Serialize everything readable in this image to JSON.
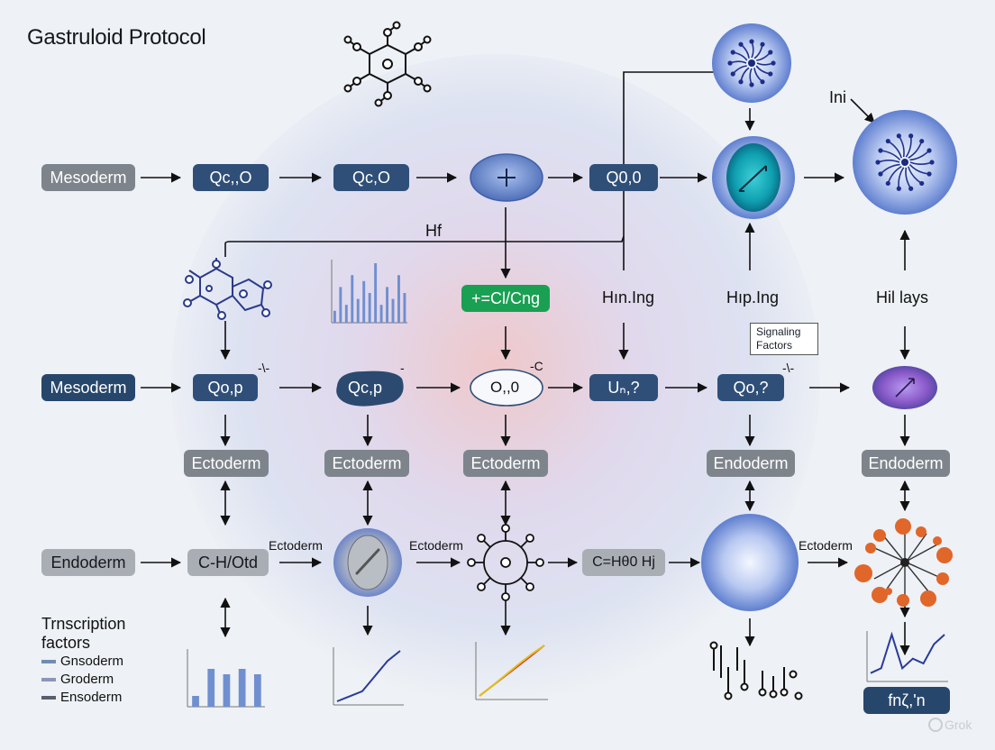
{
  "title": "Gastruloid Protocol",
  "row1": {
    "start": "Mesoderm",
    "box1": "Qc,,O",
    "box2": "Qc,O",
    "box3": "Q0,0"
  },
  "labels": {
    "hf": "Hf",
    "ini": "Ini",
    "hin_ing": "Hın.Ing",
    "hip_ing": "Hıp.Ing",
    "hil_lays": "Hil lays",
    "cng": "+=Cl/Cng",
    "signaling": "Signaling Factors",
    "c": "-C",
    "dash1": "-\\-",
    "dash2": "-",
    "dash3": "-\\-"
  },
  "row2": {
    "start": "Mesoderm",
    "box1": "Qo,p",
    "blob1": "Qc,p",
    "oval": "O,,0",
    "box2": "Uₙ,?",
    "box3": "Qo,?"
  },
  "row3": {
    "b1": "Ectoderm",
    "b2": "Ectoderm",
    "b3": "Ectoderm",
    "b4": "Endoderm",
    "b5": "Endoderm"
  },
  "row4": {
    "start": "Endoderm",
    "box1": "C-H/Otd",
    "lbl1": "Ectoderm",
    "lbl2": "Ectoderm",
    "box2": "C=Hθ0 Hj",
    "lbl3": "Ectoderm"
  },
  "legend": {
    "title": "Trnscription factors",
    "items": [
      {
        "label": "Gnsoderm",
        "color": "#6f8db3"
      },
      {
        "label": "Groderm",
        "color": "#8a96b8"
      },
      {
        "label": "Ensoderm",
        "color": "#5a5f6e"
      }
    ]
  },
  "final_box": "fnζ,'n",
  "watermark": "Grok",
  "colors": {
    "dark_box": "#2f4f78",
    "gray_box": "#7e848c",
    "green_box": "#1aa053",
    "cell_blue": "#6f8fd8",
    "cell_teal": "#14a9b8",
    "cell_purple": "#8a5cc8",
    "molecule_orange": "#e0662a"
  },
  "chart_data": [
    {
      "type": "bar",
      "values": [
        2,
        6,
        3,
        8,
        4,
        7,
        5,
        10,
        3,
        6,
        4,
        8,
        5
      ],
      "ylim": [
        0,
        10
      ]
    },
    {
      "type": "bar",
      "values": [
        2,
        7,
        6,
        7,
        6
      ],
      "ylim": [
        0,
        10
      ]
    },
    {
      "type": "line",
      "x": [
        0,
        1,
        2,
        3,
        4,
        5
      ],
      "y": [
        0,
        1,
        2,
        5,
        8,
        10
      ]
    },
    {
      "type": "line",
      "series": [
        {
          "x": [
            0,
            1,
            2,
            3,
            4,
            5
          ],
          "y": [
            0,
            2,
            4,
            6,
            8,
            10
          ],
          "color": "#d6312a"
        },
        {
          "x": [
            0,
            1,
            2,
            3,
            4,
            5
          ],
          "y": [
            0,
            1.6,
            3.3,
            5,
            6.6,
            8
          ],
          "color": "#e0c020"
        }
      ]
    },
    {
      "type": "line",
      "x": [
        0,
        1,
        2,
        3,
        4,
        5,
        6,
        7
      ],
      "y": [
        1,
        2,
        9,
        2,
        4,
        3,
        7,
        9
      ]
    }
  ]
}
